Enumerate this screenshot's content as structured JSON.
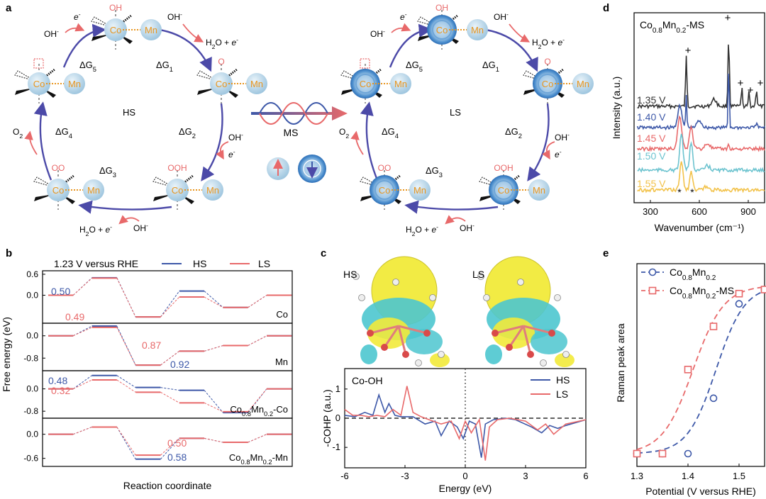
{
  "panels": {
    "a": "a",
    "b": "b",
    "c": "c",
    "d": "d",
    "e": "e"
  },
  "colors": {
    "hs": "#3d58a8",
    "ls": "#e8696a",
    "orange": "#e8951e",
    "cycle": "#4c4aa8",
    "atom": "#bcd8ea",
    "black": "#111111",
    "yellow": "#f2ea3a",
    "cyan": "#4cc6cf"
  },
  "panel_a": {
    "left_center": "HS",
    "right_center": "LS",
    "ms": "MS",
    "dg1": "ΔG",
    "s1": "1",
    "dg2": "ΔG",
    "s2": "2",
    "dg3": "ΔG",
    "s3": "3",
    "dg4": "ΔG",
    "s4": "4",
    "dg5": "ΔG",
    "s5": "5",
    "co": "Co",
    "mn": "Mn",
    "oh_ads": "OH",
    "o_ads": "O",
    "ooh_ads": "OOH",
    "oo_ads": "OO",
    "oh_in": "OH",
    "minus": "-",
    "e": "e",
    "h2o": "H",
    "h2o_sub": "2",
    "h2o_rest": "O + ",
    "o2": "O",
    "o2_sub": "2"
  },
  "panel_b": {
    "header": "1.23 V versus RHE",
    "legend": [
      "HS",
      "LS"
    ],
    "ylabel": "Free energy (eV)",
    "xlabel": "Reaction coordinate",
    "subplots": [
      {
        "label": "Co",
        "label_sub": "",
        "yticks": [
          "0.6",
          "0.0"
        ],
        "hs_anno": "0.50",
        "ls_anno": "0.49",
        "hs": [
          0,
          0.5,
          -0.62,
          0.12,
          -0.35,
          0
        ],
        "ls": [
          0,
          0.49,
          -0.62,
          -0.05,
          -0.35,
          0
        ]
      },
      {
        "label": "Mn",
        "label_sub": "",
        "yticks": [
          "0.0",
          "-0.8"
        ],
        "hs_anno": "0.92",
        "ls_anno": "0.87",
        "hs": [
          0,
          0.35,
          -1.05,
          -0.55,
          -0.35,
          0
        ],
        "ls": [
          0,
          0.3,
          -1.05,
          -0.55,
          -0.35,
          0
        ]
      },
      {
        "label": "Co",
        "label_sub": "0.8",
        "label2": "Mn",
        "label2_sub": "0.2",
        "label3": "-Co",
        "yticks": [
          "0.0",
          "-0.8"
        ],
        "hs_anno": "0.48",
        "ls_anno": "0.32",
        "hs": [
          0,
          0.48,
          0.05,
          -0.05,
          -0.85,
          0
        ],
        "ls": [
          0,
          0.32,
          -0.12,
          -0.5,
          -0.82,
          0
        ]
      },
      {
        "label": "Co",
        "label_sub": "0.8",
        "label2": "Mn",
        "label2_sub": "0.2",
        "label3": "-Mn",
        "yticks": [
          "0.0",
          "-0.6"
        ],
        "hs_anno": "0.58",
        "ls_anno": "0.50",
        "hs": [
          0,
          0.18,
          -0.62,
          -0.1,
          -0.2,
          0
        ],
        "ls": [
          0,
          0.18,
          -0.52,
          -0.1,
          -0.2,
          0
        ]
      }
    ]
  },
  "panel_c": {
    "hs_label": "HS",
    "ls_label": "LS",
    "cohp_title": "Co-OH",
    "legend": [
      "HS",
      "LS"
    ],
    "xlabel": "Energy (eV)",
    "ylabel": "-COHP (a.u.)",
    "xticks": [
      "-6",
      "-3",
      "0",
      "3",
      "6"
    ],
    "yticks": [
      "1",
      "0",
      "-1"
    ]
  },
  "panel_d": {
    "title": "Co",
    "title_sub1": "0.8",
    "title_mid": "Mn",
    "title_sub2": "0.2",
    "title_end": "-MS",
    "ylabel": "Intensity (a.u.)",
    "xlabel": "Wavenumber (cm⁻¹)",
    "xticks": [
      "300",
      "600",
      "900"
    ],
    "spectra": [
      {
        "label": "1.35 V",
        "color": "#333333"
      },
      {
        "label": "1.40 V",
        "color": "#3d58a8"
      },
      {
        "label": "1.45 V",
        "color": "#e8696a"
      },
      {
        "label": "1.50 V",
        "color": "#6cc3cf"
      },
      {
        "label": "1.55 V",
        "color": "#f2c24a"
      }
    ],
    "plus": "+",
    "star": "*"
  },
  "panel_e": {
    "ylabel": "Raman peak area",
    "xlabel": "Potential (V versus RHE)",
    "xticks": [
      "1.3",
      "1.4",
      "1.5"
    ],
    "legend": [
      {
        "t1": "Co",
        "s1": "0.8",
        "t2": "Mn",
        "s2": "0.2",
        "t3": ""
      },
      {
        "t1": "Co",
        "s1": "0.8",
        "t2": "Mn",
        "s2": "0.2",
        "t3": "-MS"
      }
    ]
  },
  "chart_data": [
    {
      "type": "line",
      "title": "",
      "xlabel": "Reaction coordinate",
      "ylabel": "Free energy (eV)",
      "series": [
        {
          "name": "HS"
        },
        {
          "name": "LS"
        }
      ]
    },
    {
      "type": "line",
      "title": "",
      "xlabel": "Energy (eV)",
      "ylabel": "-COHP (a.u.)",
      "xlim": [
        -6,
        6
      ],
      "ylim": [
        -1.7,
        1.7
      ],
      "series": [
        {
          "name": "HS"
        },
        {
          "name": "LS"
        }
      ]
    },
    {
      "type": "line",
      "title": "",
      "xlabel": "Wavenumber (cm⁻¹)",
      "ylabel": "Intensity (a.u.)",
      "xlim": [
        200,
        1000
      ],
      "series": [
        {
          "name": "1.35 V"
        },
        {
          "name": "1.40 V"
        },
        {
          "name": "1.45 V"
        },
        {
          "name": "1.50 V"
        },
        {
          "name": "1.55 V"
        }
      ]
    },
    {
      "type": "scatter",
      "title": "",
      "xlabel": "Potential (V versus RHE)",
      "ylabel": "Raman peak area",
      "xlim": [
        1.3,
        1.55
      ],
      "series": [
        {
          "name": "Co0.8Mn0.2",
          "x": [
            1.3,
            1.35,
            1.4,
            1.45,
            1.5,
            1.55
          ],
          "y": [
            0.0,
            0.0,
            0.0,
            0.27,
            0.73,
            0.8
          ]
        },
        {
          "name": "Co0.8Mn0.2-MS",
          "x": [
            1.3,
            1.35,
            1.4,
            1.45,
            1.5,
            1.55
          ],
          "y": [
            0.0,
            0.0,
            0.41,
            0.62,
            0.78,
            0.8
          ]
        }
      ]
    }
  ]
}
